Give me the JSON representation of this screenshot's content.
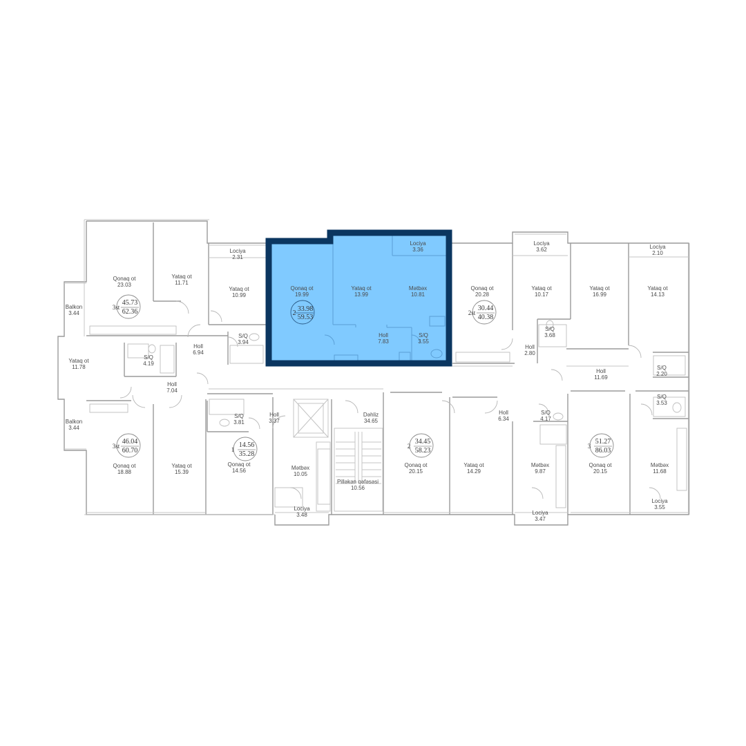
{
  "plan": {
    "selected_unit": {
      "rooms": 2,
      "living_area": "33.98",
      "total_area": "59.53"
    },
    "rooms": [
      {
        "id": "r1",
        "name": "Qonaq ot",
        "area": "23.03"
      },
      {
        "id": "r2",
        "name": "Yataq ot",
        "area": "11.71"
      },
      {
        "id": "r3",
        "name": "Lociya",
        "area": "2.31"
      },
      {
        "id": "r4",
        "name": "Yataq ot",
        "area": "10.99"
      },
      {
        "id": "r5",
        "name": "Balkon",
        "area": "3.44"
      },
      {
        "id": "r6",
        "name": "Holl",
        "area": "6.94"
      },
      {
        "id": "r7",
        "name": "S/Q",
        "area": "3.94"
      },
      {
        "id": "r8",
        "name": "Yataq ot",
        "area": "11.78"
      },
      {
        "id": "r9",
        "name": "S/Q",
        "area": "4.19"
      },
      {
        "id": "r10",
        "name": "Holl",
        "area": "7.04"
      },
      {
        "id": "r11",
        "name": "Balkon",
        "area": "3.44"
      },
      {
        "id": "r12",
        "name": "Qonaq ot",
        "area": "18.88"
      },
      {
        "id": "r13",
        "name": "Yataq ot",
        "area": "15.39"
      },
      {
        "id": "r14",
        "name": "S/Q",
        "area": "3.81"
      },
      {
        "id": "r15",
        "name": "Qonaq ot",
        "area": "14.56"
      },
      {
        "id": "r16",
        "name": "Holl",
        "area": "3.37"
      },
      {
        "id": "r17",
        "name": "Mətbəx",
        "area": "10.05"
      },
      {
        "id": "r18",
        "name": "Lociya",
        "area": "3.48"
      },
      {
        "id": "r19",
        "name": "Dəhliz",
        "area": "34.65"
      },
      {
        "id": "r20",
        "name": "Pilləkən qəfəsəsi",
        "area": "10.56"
      },
      {
        "id": "s1",
        "name": "Qonaq ot",
        "area": "19.99"
      },
      {
        "id": "s2",
        "name": "Yataq ot",
        "area": "13.99"
      },
      {
        "id": "s3",
        "name": "Lociya",
        "area": "3.36"
      },
      {
        "id": "s4",
        "name": "Mətbəx",
        "area": "10.81"
      },
      {
        "id": "s5",
        "name": "Holl",
        "area": "7.83"
      },
      {
        "id": "s6",
        "name": "S/Q",
        "area": "3.55"
      },
      {
        "id": "r21",
        "name": "Qonaq ot",
        "area": "20.28"
      },
      {
        "id": "r22",
        "name": "Qonaq ot",
        "area": "20.15"
      },
      {
        "id": "r23",
        "name": "Yataq ot",
        "area": "14.29"
      },
      {
        "id": "r24",
        "name": "Holl",
        "area": "6.34"
      },
      {
        "id": "r25",
        "name": "S/Q",
        "area": "4.17"
      },
      {
        "id": "r26",
        "name": "Mətbəx",
        "area": "9.87"
      },
      {
        "id": "r27",
        "name": "Lociya",
        "area": "3.47"
      },
      {
        "id": "r28",
        "name": "Lociya",
        "area": "3.62"
      },
      {
        "id": "r29",
        "name": "Yataq ot",
        "area": "10.17"
      },
      {
        "id": "r30",
        "name": "S/Q",
        "area": "3.68"
      },
      {
        "id": "r31",
        "name": "Holl",
        "area": "2.80"
      },
      {
        "id": "r32",
        "name": "Yataq ot",
        "area": "16.99"
      },
      {
        "id": "r33",
        "name": "Lociya",
        "area": "2.10"
      },
      {
        "id": "r34",
        "name": "Yataq ot",
        "area": "14.13"
      },
      {
        "id": "r35",
        "name": "S/Q",
        "area": "2.20"
      },
      {
        "id": "r36",
        "name": "Holl",
        "area": "11.69"
      },
      {
        "id": "r37",
        "name": "S/Q",
        "area": "3.53"
      },
      {
        "id": "r38",
        "name": "Qonaq ot",
        "area": "20.15"
      },
      {
        "id": "r39",
        "name": "Mətbəx",
        "area": "11.68"
      },
      {
        "id": "r40",
        "name": "Lociya",
        "area": "3.55"
      }
    ],
    "units": [
      {
        "id": "u1",
        "rooms": "3st",
        "living": "45.73",
        "total": "62.36"
      },
      {
        "id": "u2",
        "rooms": "3st",
        "living": "46.04",
        "total": "60.70"
      },
      {
        "id": "u3",
        "rooms": "1",
        "living": "14.56",
        "total": "35.28"
      },
      {
        "id": "u4",
        "rooms": "2",
        "living": "34.45",
        "total": "58.23"
      },
      {
        "id": "u5",
        "rooms": "2st",
        "living": "30.44",
        "total": "40.38"
      },
      {
        "id": "u6",
        "rooms": "3",
        "living": "51.27",
        "total": "86.03"
      }
    ]
  }
}
